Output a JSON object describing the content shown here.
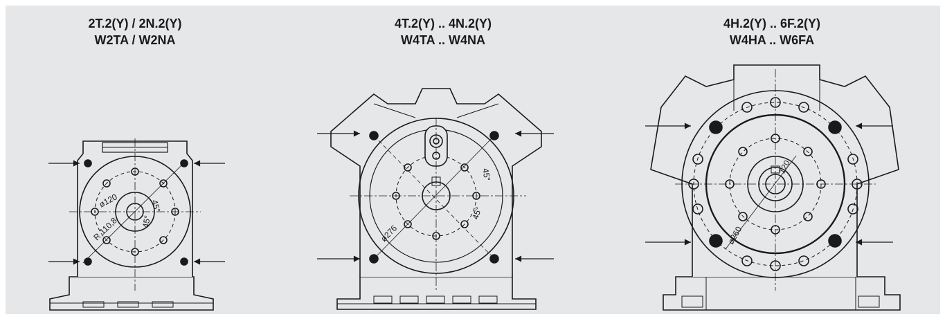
{
  "figures": [
    {
      "title_line1": "2T.2(Y) / 2N.2(Y)",
      "title_line2": "W2TA / W2NA",
      "dim_diameter": "ø120",
      "dim_radius": "R 110,8",
      "dim_angle_a": "45°",
      "dim_angle_b": "45°"
    },
    {
      "title_line1": "4T.2(Y) .. 4N.2(Y)",
      "title_line2": "W4TA .. W4NA",
      "dim_diameter": "ø276",
      "dim_angle_a": "45°",
      "dim_angle_b": "45°"
    },
    {
      "title_line1": "4H.2(Y) .. 6F.2(Y)",
      "title_line2": "W4HA .. W6FA",
      "dim_diameter": "ø260",
      "dim_radius": "120"
    }
  ]
}
